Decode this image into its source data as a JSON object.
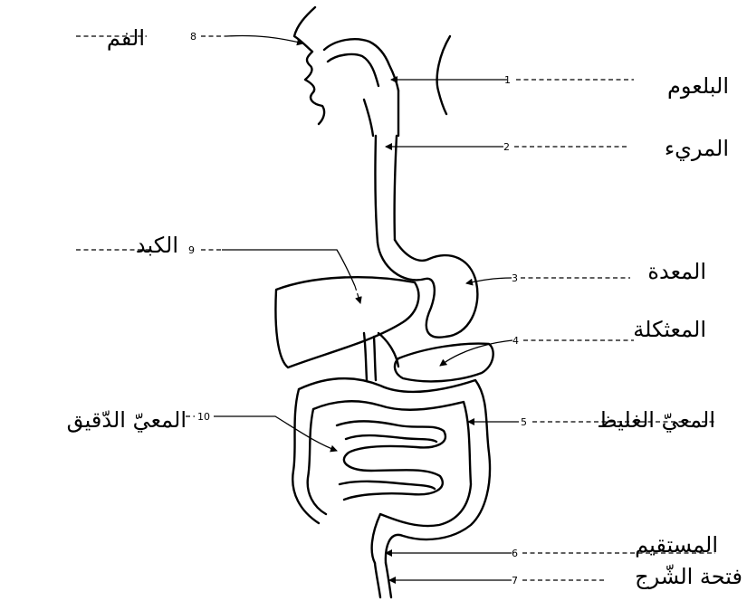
{
  "labels": [
    {
      "number": "8",
      "text": "الفم"
    },
    {
      "number": "1",
      "text": "البلعوم"
    },
    {
      "number": "2",
      "text": "المريء"
    },
    {
      "number": "9",
      "text": "الكبد"
    },
    {
      "number": "3",
      "text": "المعدة"
    },
    {
      "number": "4",
      "text": "المعثكلة"
    },
    {
      "number": "10",
      "text": "المعيّ الدّقيق"
    },
    {
      "number": "5",
      "text": "المعيّ الغليظ"
    },
    {
      "number": "6",
      "text": "المستقيم"
    },
    {
      "number": "7",
      "text": "فتحة الشّرج"
    }
  ]
}
